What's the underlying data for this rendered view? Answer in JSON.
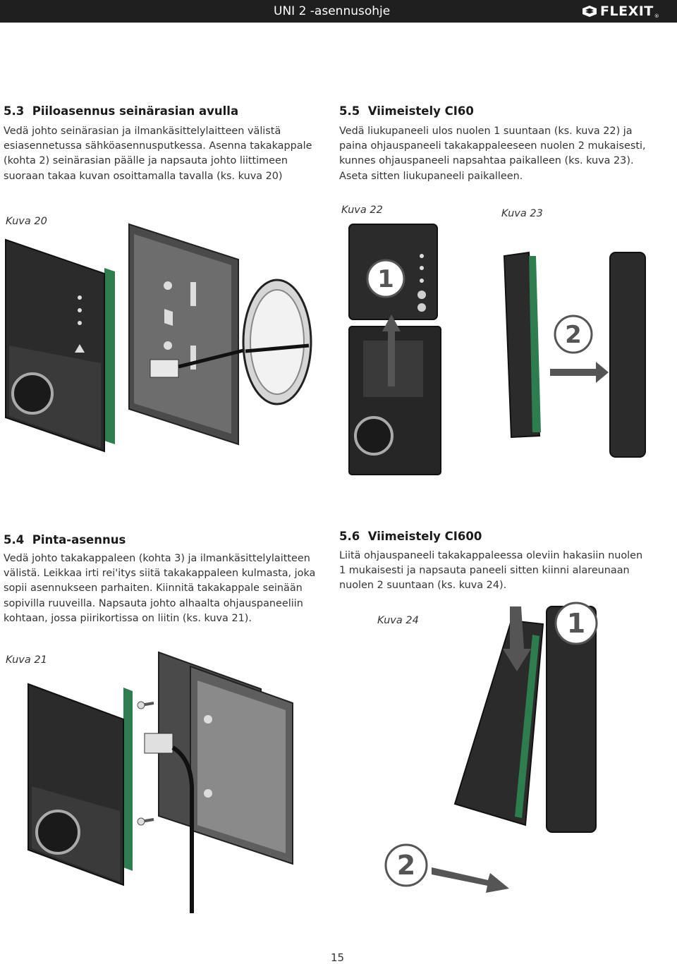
{
  "header": {
    "title": "UNI 2 -asennusohje",
    "brand": "FLEXIT",
    "brand_mark": "flexit-logo-mark",
    "background": "#1f1f1f"
  },
  "sections": {
    "s53": {
      "number": "5.3",
      "title": "Piiloasennus seinärasian avulla",
      "lines": [
        "Vedä johto seinärasian ja ilmankäsittelylaitteen välistä",
        "esiasennetussa sähköasennusputkessa. Asenna takakappale",
        "(kohta 2) seinärasian päälle ja napsauta johto liittimeen",
        "suoraan takaa kuvan osoittamalla tavalla (ks. kuva 20)"
      ]
    },
    "s55": {
      "number": "5.5",
      "title": "Viimeistely CI60",
      "lines": [
        "Vedä liukupaneeli ulos nuolen  1 suuntaan (ks. kuva 22) ja",
        "paina ohjauspaneeli takakappaleeseen nuolen 2 mukaisesti,",
        "kunnes ohjauspaneeli napsahtaa paikalleen (ks. kuva 23).",
        "Aseta sitten liukupaneeli paikalleen."
      ]
    },
    "s54": {
      "number": "5.4",
      "title": "Pinta-asennus",
      "lines": [
        "Vedä johto takakappaleen (kohta 3) ja ilmankäsittelylaitteen",
        "välistä. Leikkaa irti rei'itys siitä takakappaleen kulmasta, joka",
        "sopii asennukseen parhaiten. Kiinnitä takakappale seinään",
        "sopivilla ruuveilla. Napsauta johto alhaalta ohjauspaneeliin",
        "kohtaan, jossa piirikortissa on liitin (ks. kuva 21)."
      ]
    },
    "s56": {
      "number": "5.6",
      "title": "Viimeistely CI600",
      "lines": [
        "Liitä ohjauspaneeli takakappaleessa oleviin hakasiin nuolen",
        "1 mukaisesti ja napsauta paneeli sitten kiinni alareunaan",
        "nuolen 2 suuntaan (ks. kuva 24)."
      ]
    }
  },
  "figures": {
    "kuva20": {
      "caption": "Kuva 20"
    },
    "kuva21": {
      "caption": "Kuva 21"
    },
    "kuva22": {
      "caption": "Kuva 22",
      "marker": "1"
    },
    "kuva23": {
      "caption": "Kuva 23",
      "marker": "2"
    },
    "kuva24": {
      "caption": "Kuva 24",
      "marker1": "1",
      "marker2": "2"
    }
  },
  "footer": {
    "page_number": "15"
  },
  "colors": {
    "section_number_accent": "#c0392b",
    "panel_dark": "#2b2b2b",
    "pcb_green": "#2e7d4f",
    "arrow_gray": "#555555"
  }
}
